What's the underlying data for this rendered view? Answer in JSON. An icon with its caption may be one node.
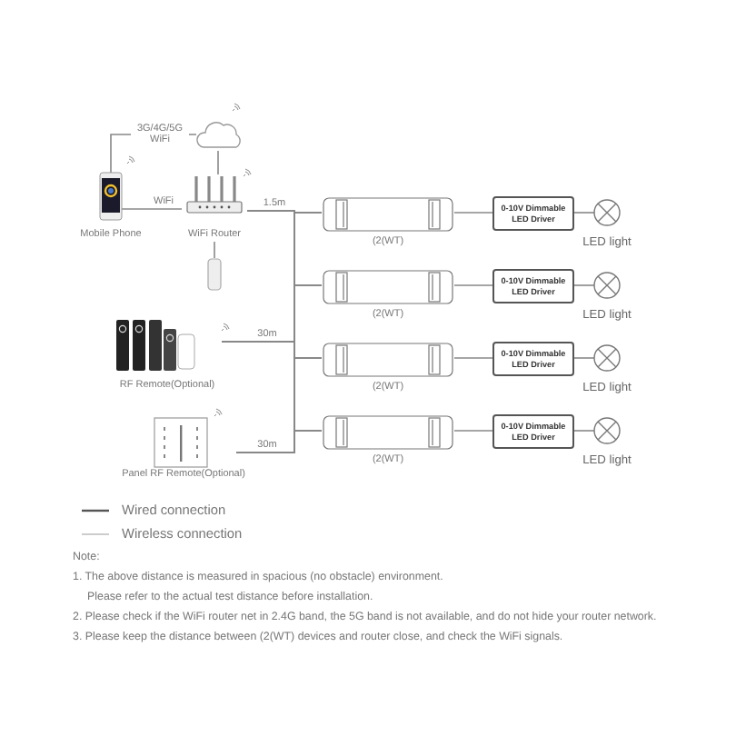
{
  "diagram": {
    "nodes": [
      {
        "text": [],
        "shape": "cloud"
      },
      {
        "text": [
          "Mobile Phone"
        ]
      },
      {
        "text": [
          "WiFi Router"
        ]
      },
      {
        "text": [],
        "shape": "cylinder"
      },
      {
        "text": [
          "RF Remote(Optional)"
        ]
      },
      {
        "text": [
          "Panel RF Remote(Optional)"
        ]
      },
      {
        "text": [
          "(2(WT)"
        ]
      },
      {
        "text": [
          "(2(WT)"
        ]
      },
      {
        "text": [
          "(2(WT)"
        ]
      },
      {
        "text": [
          "(2(WT)"
        ]
      },
      {
        "text": [
          "0-10V Dimmable LED Driver"
        ]
      },
      {
        "text": [
          "0-10V Dimmable LED Driver"
        ]
      },
      {
        "text": [
          "0-10V Dimmable LED Driver"
        ]
      },
      {
        "text": [
          "0-10V Dimmable LED Driver"
        ]
      },
      {
        "text": [
          "LED light"
        ]
      },
      {
        "text": [
          "LED light"
        ]
      },
      {
        "text": [
          "LED light"
        ]
      },
      {
        "text": [
          "LED light"
        ]
      }
    ],
    "edges": [
      {
        "from": 1,
        "to": 0,
        "arrow": "none",
        "label": "3G/4G/5G WiFi"
      },
      {
        "from": 1,
        "to": 2,
        "arrow": "none",
        "label": "WiFi"
      },
      {
        "from": 0,
        "to": 2,
        "arrow": "none"
      },
      {
        "from": 2,
        "to": 3,
        "arrow": "none"
      },
      {
        "from": 2,
        "to": 6,
        "arrow": "none",
        "label": "1.5m"
      },
      {
        "from": 2,
        "to": 7,
        "arrow": "none"
      },
      {
        "from": 2,
        "to": 8,
        "arrow": "none"
      },
      {
        "from": 2,
        "to": 9,
        "arrow": "none"
      },
      {
        "from": 4,
        "to": 6,
        "arrow": "none",
        "label": "30m"
      },
      {
        "from": 4,
        "to": 7,
        "arrow": "none"
      },
      {
        "from": 4,
        "to": 8,
        "arrow": "none"
      },
      {
        "from": 4,
        "to": 9,
        "arrow": "none"
      },
      {
        "from": 5,
        "to": 6,
        "arrow": "none",
        "label": "30m"
      },
      {
        "from": 5,
        "to": 7,
        "arrow": "none"
      },
      {
        "from": 5,
        "to": 8,
        "arrow": "none"
      },
      {
        "from": 5,
        "to": 9,
        "arrow": "none"
      },
      {
        "from": 6,
        "to": 10,
        "arrow": "none"
      },
      {
        "from": 7,
        "to": 11,
        "arrow": "none"
      },
      {
        "from": 8,
        "to": 12,
        "arrow": "none"
      },
      {
        "from": 9,
        "to": 13,
        "arrow": "none"
      },
      {
        "from": 10,
        "to": 14,
        "arrow": "none"
      },
      {
        "from": 11,
        "to": 15,
        "arrow": "none"
      },
      {
        "from": 12,
        "to": 16,
        "arrow": "none"
      },
      {
        "from": 13,
        "to": 17,
        "arrow": "none"
      }
    ],
    "labels": [
      "Note:",
      "1. The above distance is measured in spacious (no obstacle) environment.",
      "Please refer to the actual test distance before installation.",
      "2. Please check if the WiFi router net in 2.4G band, the 5G band is not available, and do not hide your router network.",
      "3. Please keep the distance between (2(WT) devices and router close, and check the WiFi signals."
    ],
    "legend": [
      {
        "text": "Wired connection"
      },
      {
        "text": "Wireless connection"
      }
    ]
  }
}
